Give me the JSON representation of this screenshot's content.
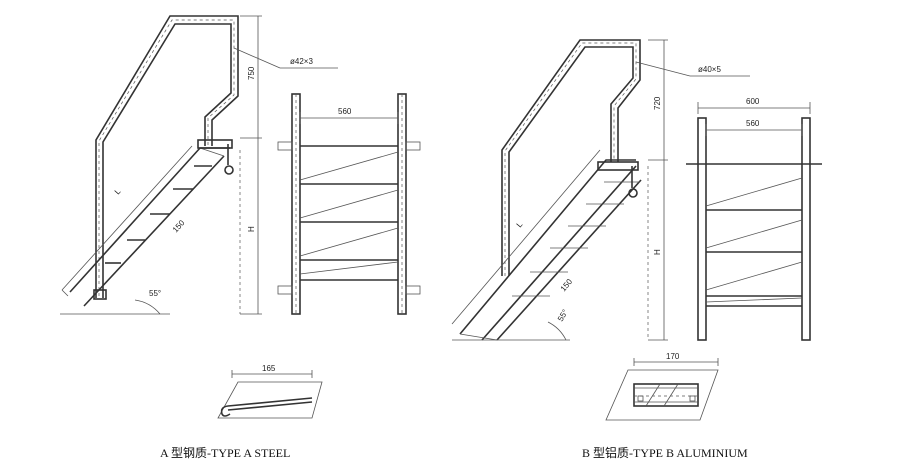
{
  "typeA": {
    "pipe_label": "ø42×3",
    "height_top": "750",
    "height": "H",
    "tread_width": "560",
    "tread_depth": "150",
    "length": "L",
    "angle": "55°",
    "detail_width": "165",
    "caption": "A 型钢质-TYPE A STEEL"
  },
  "typeB": {
    "pipe_label": "ø40×5",
    "height_top": "720",
    "height": "H",
    "outer_width": "600",
    "tread_width": "560",
    "tread_depth": "150",
    "length": "L",
    "angle": "55°",
    "detail_width": "170",
    "caption": "B 型铝质-TYPE B ALUMINIUM"
  }
}
